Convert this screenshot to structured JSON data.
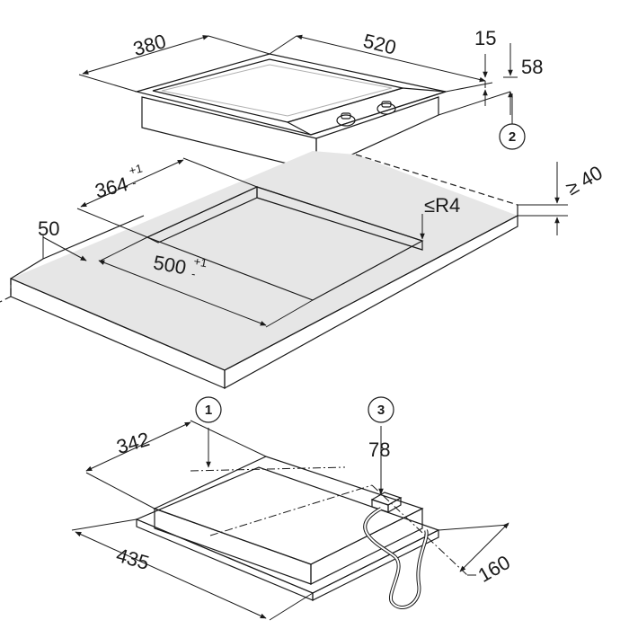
{
  "hob": {
    "width_dim": "380",
    "depth_dim": "520",
    "frame_height_dim": "15",
    "total_height_dim": "58"
  },
  "cutout": {
    "width_dim": "364",
    "width_tol": "+1",
    "width_tol_minus": "-",
    "depth_dim": "500",
    "depth_tol": "+1",
    "depth_tol_minus": "-",
    "front_margin_dim": "50",
    "radius_dim": "≤R4",
    "worktop_thickness_dim": "≥ 40"
  },
  "unit": {
    "depth_dim": "342",
    "width_dim": "435",
    "connection_dim": "78",
    "side_dim": "160"
  },
  "callouts": {
    "c1": "1",
    "c2": "2",
    "c3": "3"
  }
}
